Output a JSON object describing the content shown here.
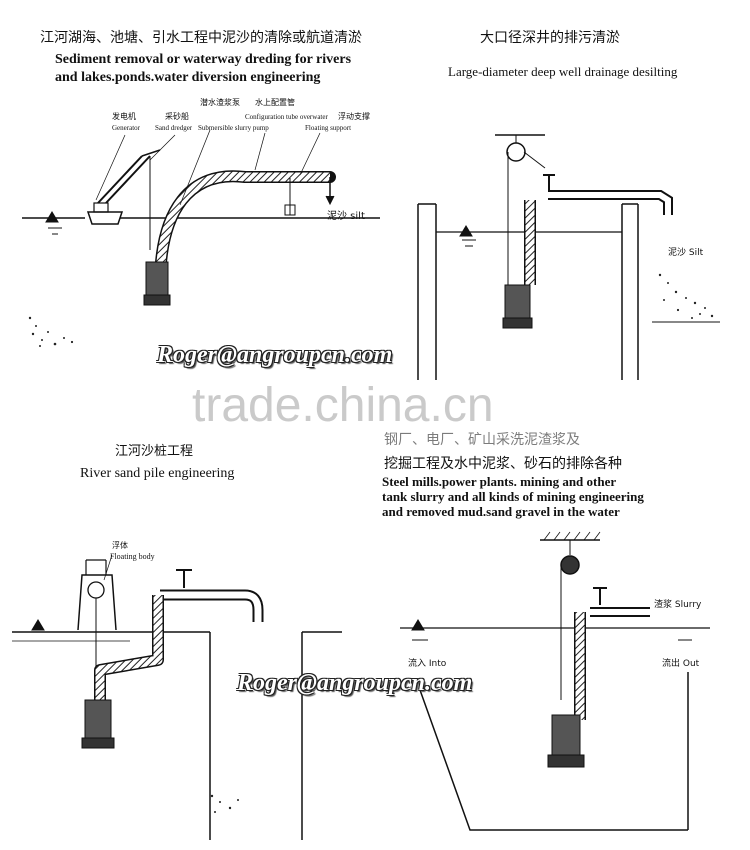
{
  "top_left": {
    "title_cn": "江河湖海、池塘、引水工程中泥沙的清除或航道清淤",
    "title_en_1": "Sediment removal or waterway dreding for rivers",
    "title_en_2": "and lakes.ponds.water diversion engineering",
    "labels": {
      "generator_cn": "发电机",
      "generator_en": "Generator",
      "dredger_cn": "采砂船",
      "dredger_en": "Sand dredger",
      "pump_cn": "潜水渣浆泵",
      "pump_en": "Submersible slurry pump",
      "config_cn": "水上配置管",
      "config_en": "Configuration tube overwater",
      "float_cn": "浮动支撑",
      "float_en": "Floating support",
      "silt": "泥沙 silt"
    }
  },
  "top_right": {
    "title_cn": "大口径深井的排污清淤",
    "title_en": "Large-diameter deep well drainage desilting",
    "silt": "泥沙 Silt"
  },
  "bottom_left": {
    "title_cn": "江河沙桩工程",
    "title_en": "River sand pile engineering",
    "floating_cn": "浮体",
    "floating_en": "Floating body"
  },
  "bottom_right": {
    "title_cn_1": "钢厂、电厂、矿山采洗泥渣浆及",
    "title_cn_2": "挖掘工程及水中泥浆、砂石的排除各种",
    "title_en_1": "Steel mills.power plants. mining and other",
    "title_en_2": "tank slurry and all kinds of mining engineering",
    "title_en_3": "and removed mud.sand gravel in the water",
    "slurry": "渣浆 Slurry",
    "into": "流入 Into",
    "out": "流出 Out"
  },
  "watermark": {
    "email": "Roger@angroupcn.com",
    "site": "trade.china.cn"
  }
}
